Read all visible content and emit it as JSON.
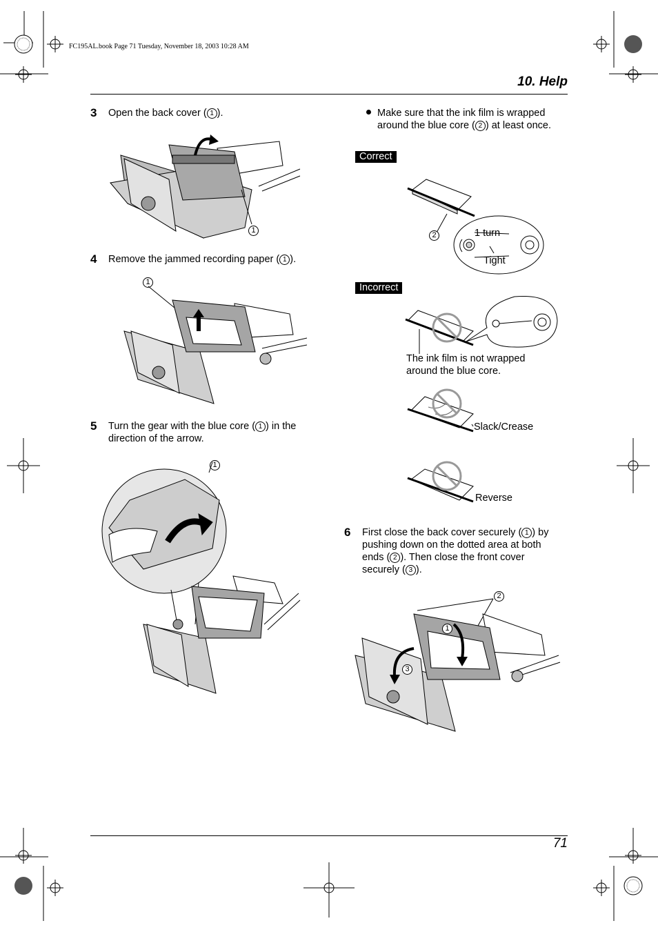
{
  "print_info": "FC195AL.book  Page 71  Tuesday, November 18, 2003  10:28 AM",
  "section_title": "10. Help",
  "page_number": "71",
  "steps": {
    "s3": {
      "number": "3",
      "text_before": "Open the back cover (",
      "ref": "1",
      "text_after": ").",
      "callout": "1"
    },
    "s4": {
      "number": "4",
      "text_before": "Remove the jammed recording paper (",
      "ref": "1",
      "text_after": ").",
      "callout": "1"
    },
    "s5": {
      "number": "5",
      "line1_before": "Turn the gear with the blue core (",
      "ref": "1",
      "line1_after": ") in the",
      "line2": "direction of the arrow.",
      "callout": "1"
    },
    "s6": {
      "number": "6",
      "line1_before": "First close the back cover securely (",
      "ref1": "1",
      "line1_after": ") by",
      "line2": "pushing down on the dotted area at both",
      "line3_before": "ends (",
      "ref2": "2",
      "line3_after": "). Then close the front cover",
      "line4_before": "securely (",
      "ref3": "3",
      "line4_after": ").",
      "callouts": [
        "1",
        "2",
        "3"
      ]
    }
  },
  "bullet": {
    "line1": "Make sure that the ink film is wrapped",
    "line2_before": "around the blue core (",
    "ref": "2",
    "line2_after": ") at least once."
  },
  "correct": {
    "tag": "Correct",
    "callout": "2",
    "turn_label": "1 turn",
    "tight_label": "Tight"
  },
  "incorrect": {
    "tag": "Incorrect",
    "caption_line1": "The ink film is not wrapped",
    "caption_line2": "around the blue core.",
    "slack_label": "Slack/Crease",
    "reverse_label": "Reverse"
  }
}
